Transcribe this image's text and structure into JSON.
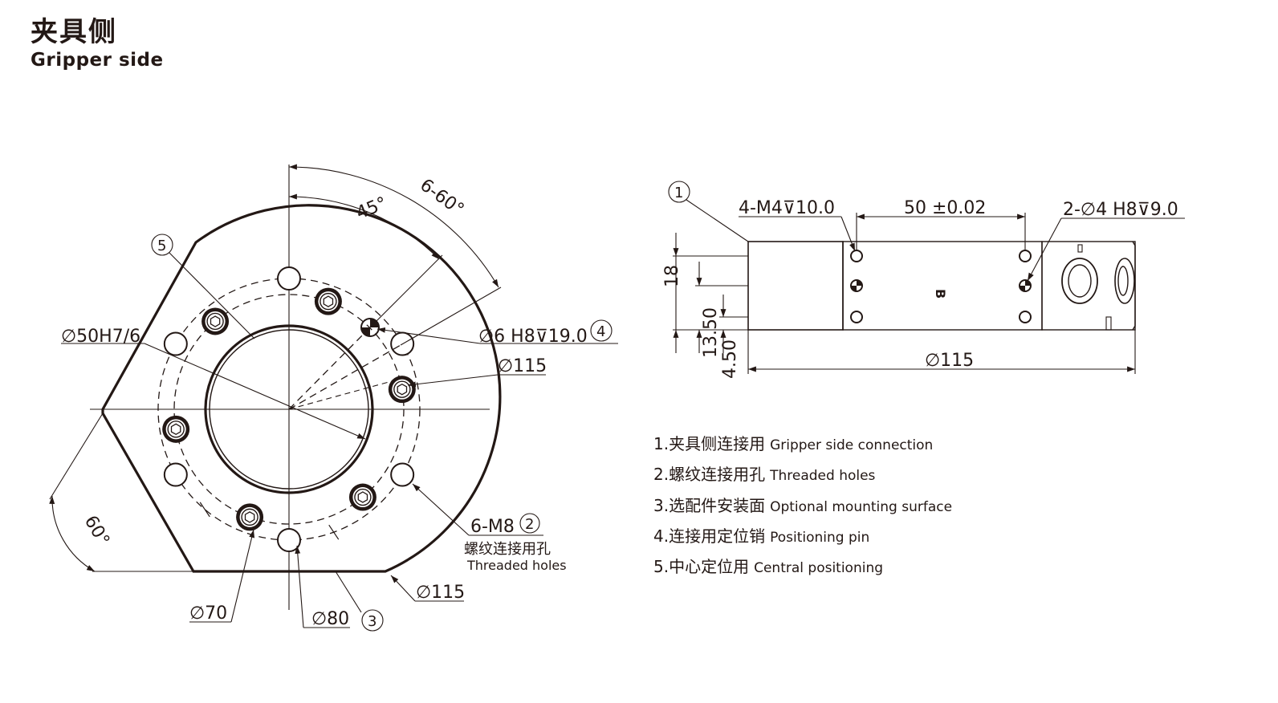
{
  "title_cn": "夹具侧",
  "title_en": "Gripper side",
  "front_view": {
    "callouts": {
      "c1": "5",
      "c2": "4",
      "c3": "2",
      "c4": "3"
    },
    "dims": {
      "angle_45": "45°",
      "angle_6x60": "6-60°",
      "angle_60": "60°",
      "bore": "∅50H7/6",
      "pin": "∅6 H8⊽19.0",
      "d115_top": "∅115",
      "d115_bottom": "∅115",
      "d70": "∅70",
      "d80": "∅80",
      "thread": "6-M8",
      "thread_cn": "螺纹连接用孔",
      "thread_en": "Threaded holes"
    }
  },
  "side_view": {
    "callout": "1",
    "dims": {
      "m4": "4-M4⊽10.0",
      "spacing": "50 ±0.02",
      "pin": "2-∅4 H8⊽9.0",
      "h18": "18",
      "h1350": "13.50",
      "h450": "4.50",
      "d115": "∅115",
      "mark": "B"
    }
  },
  "legend": [
    {
      "cn": "1.夹具侧连接用",
      "en": "Gripper side connection"
    },
    {
      "cn": "2.螺纹连接用孔",
      "en": "Threaded holes"
    },
    {
      "cn": "3.选配件安装面",
      "en": "Optional mounting surface"
    },
    {
      "cn": "4.连接用定位销",
      "en": "Positioning pin"
    },
    {
      "cn": "5.中心定位用",
      "en": "Central positioning"
    }
  ]
}
